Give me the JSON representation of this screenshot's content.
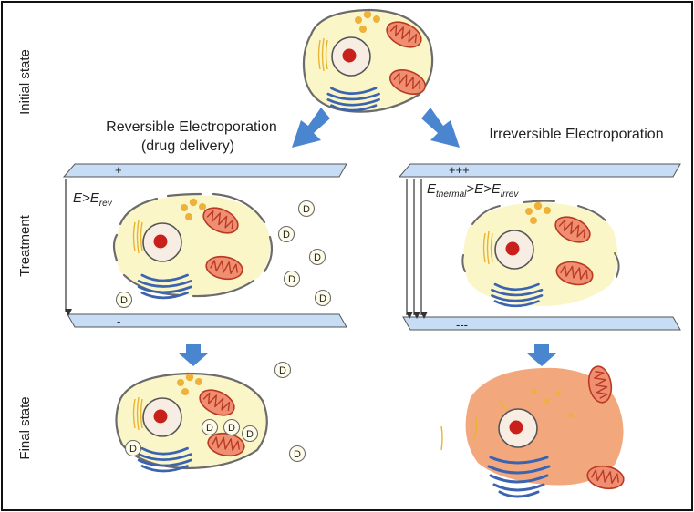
{
  "rows": {
    "initial": "Initial state",
    "treatment": "Treatment",
    "final": "Final state"
  },
  "branches": {
    "reversible_title": "Reversible Electroporation",
    "reversible_subtitle": "(drug delivery)",
    "irreversible_title": "Irreversible Electroporation"
  },
  "electrodes": {
    "rev_top": "+",
    "rev_bottom": "-",
    "irr_top": "+++",
    "irr_bottom": "---"
  },
  "fields": {
    "rev_E": "E",
    "rev_gt": ">",
    "rev_E2": "E",
    "rev_sub": "rev",
    "irr_E": "E",
    "irr_sub1": "thermal",
    "irr_mid": ">E>",
    "irr_E2": "E",
    "irr_sub2": "irrev"
  },
  "drug_label": "D",
  "colors": {
    "cytoplasm": "#fbf6c7",
    "membrane": "#6b6b6b",
    "nucleus_fill": "#f7ede3",
    "nucleolus": "#c8201a",
    "mito_fill": "#f08e72",
    "mito_line": "#b83a22",
    "golgi": "#3b63b0",
    "granule": "#eeb23a",
    "plate": "#c7dcf5",
    "arrow": "#4a86cf",
    "dead_cell": "#f3a77c"
  }
}
